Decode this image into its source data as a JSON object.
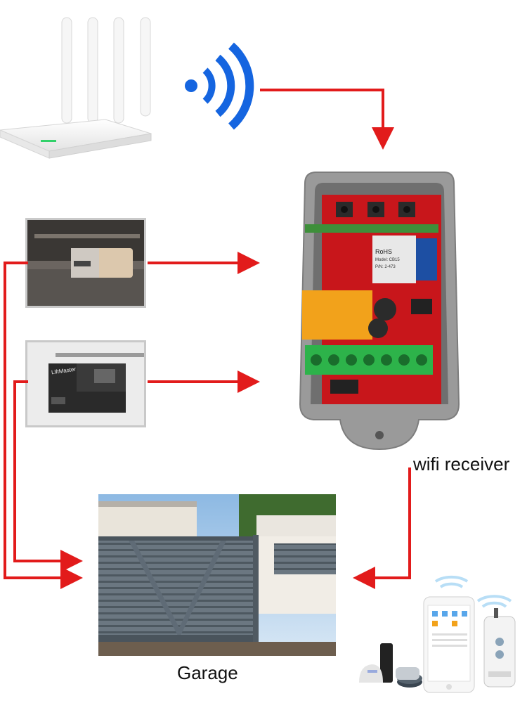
{
  "labels": {
    "receiver": "wifi receiver",
    "garage": "Garage"
  },
  "receiver_board": {
    "rohs": "RoHS",
    "model": "Model: CB15",
    "pn": "P/N: 2-473",
    "brand_badge": "LiftMaster"
  },
  "colors": {
    "arrow": "#e21b1b",
    "wifi": "#1565e0",
    "enclosure": "#9a9a9a",
    "board": "#c8161b",
    "terminal": "#2db34a",
    "relay": "#f2a21b",
    "gate": "#5f6b76",
    "wall": "#f1ede6"
  },
  "icons": [
    "router-icon",
    "wifi-signal-icon",
    "garage-opener-icon",
    "smartphone-icon",
    "remote-control-icon",
    "smart-speaker-icon"
  ]
}
